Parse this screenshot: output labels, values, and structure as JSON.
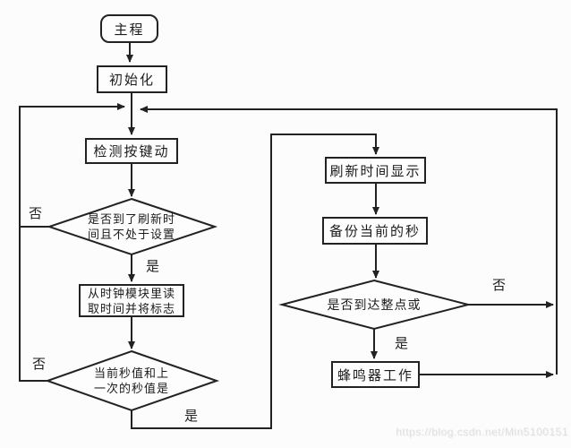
{
  "diagram": {
    "kind": "flowchart",
    "line_color": "#222222",
    "background": "#fcfcfc"
  },
  "nodes": {
    "start": {
      "label": "主程"
    },
    "init": {
      "label": "初始化"
    },
    "detect_key": {
      "label": "检测按键动"
    },
    "decision_refresh": {
      "line1": "是否到了刷新时",
      "line2": "间且不处于设置"
    },
    "read_clock": {
      "line1": "从时钟模块里读",
      "line2": "取时间并将标志"
    },
    "decision_second": {
      "line1": "当前秒值和上",
      "line2": "一次的秒值是"
    },
    "refresh_display": {
      "label": "刷新时间显示"
    },
    "backup_second": {
      "label": "备份当前的秒"
    },
    "decision_hour": {
      "label": "是否到达整点或"
    },
    "buzzer": {
      "label": "蜂鸣器工作"
    }
  },
  "edge_labels": {
    "refresh_no": "否",
    "refresh_yes": "是",
    "second_no": "否",
    "second_yes": "是",
    "hour_no": "否",
    "hour_yes": "是"
  },
  "watermark": {
    "text": "https://blog.csdn.net/Min5100151"
  }
}
